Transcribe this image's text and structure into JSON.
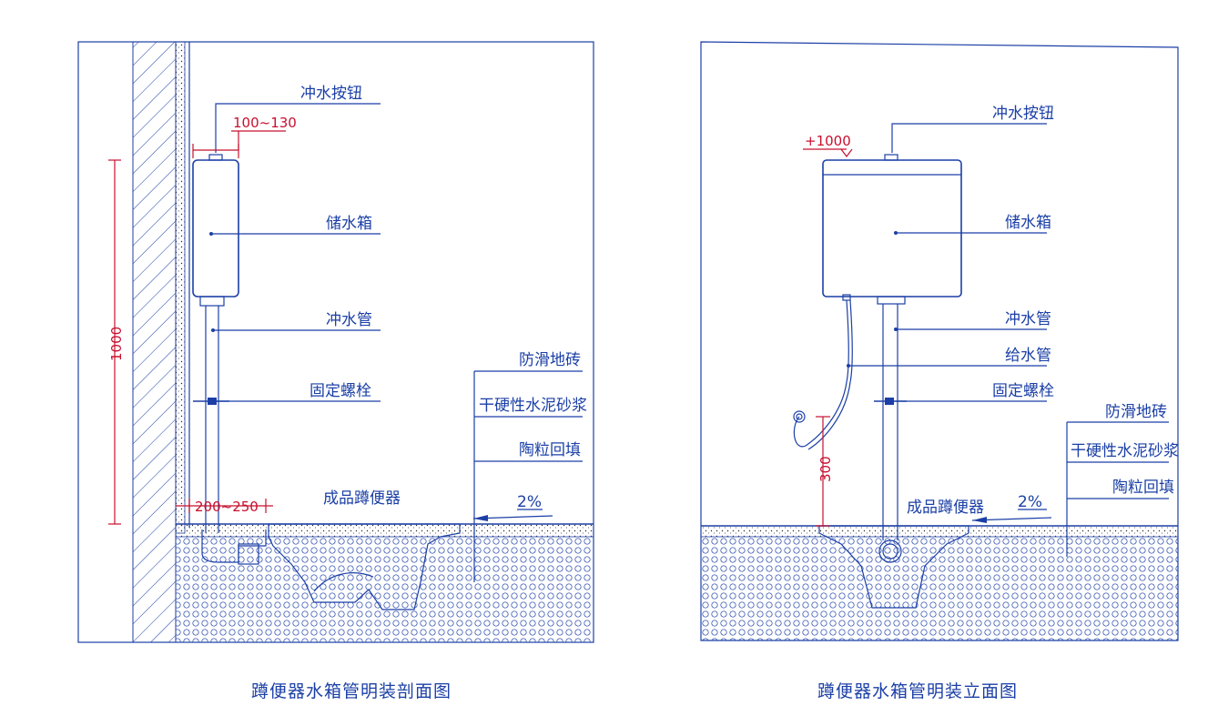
{
  "colors": {
    "line": "#1b3fa6",
    "dimension": "#c8102e",
    "background": "#ffffff"
  },
  "left": {
    "caption": "蹲便器水箱管明装剖面图",
    "labels": {
      "flush_button": "冲水按钮",
      "tank": "储水箱",
      "flush_pipe": "冲水管",
      "bolt": "固定螺栓",
      "tile": "防滑地砖",
      "mortar": "干硬性水泥砂浆",
      "fill": "陶粒回填",
      "toilet": "成品蹲便器"
    },
    "dims": {
      "tank_offset": "100~130",
      "height": "1000",
      "pipe_offset": "200~250",
      "slope": "2%"
    }
  },
  "right": {
    "caption": "蹲便器水箱管明装立面图",
    "labels": {
      "flush_button": "冲水按钮",
      "tank": "储水箱",
      "flush_pipe": "冲水管",
      "supply_pipe": "给水管",
      "bolt": "固定螺栓",
      "tile": "防滑地砖",
      "mortar": "干硬性水泥砂浆",
      "fill": "陶粒回填",
      "toilet": "成品蹲便器"
    },
    "dims": {
      "elevation": "+1000",
      "valve_height": "300",
      "slope": "2%"
    }
  }
}
